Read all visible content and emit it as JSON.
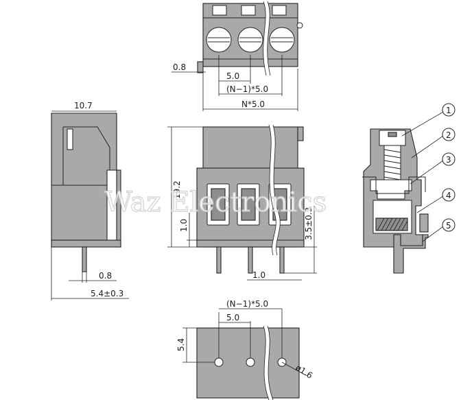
{
  "watermark": "Waz Electronics",
  "dimensions": {
    "top_pin_offset": "0.8",
    "top_pitch": "5.0",
    "top_n1_pitch": "(N−1)*5.0",
    "top_total": "N*5.0",
    "side_depth": "10.7",
    "side_pin": "0.8",
    "side_offset": "5.4±0.3",
    "front_height": "19.2",
    "front_base": "1.0",
    "front_pin_len": "3.5±0.3",
    "front_pin_w": "1.0",
    "pcb_n1_pitch": "(N−1)*5.0",
    "pcb_pitch": "5.0",
    "pcb_row": "5.4",
    "pcb_hole": "ø1.6"
  },
  "callouts": [
    "1",
    "2",
    "3",
    "4",
    "5"
  ],
  "colors": {
    "body": "#a9a9a9",
    "dark": "#8e8e8e",
    "line": "#222222"
  }
}
